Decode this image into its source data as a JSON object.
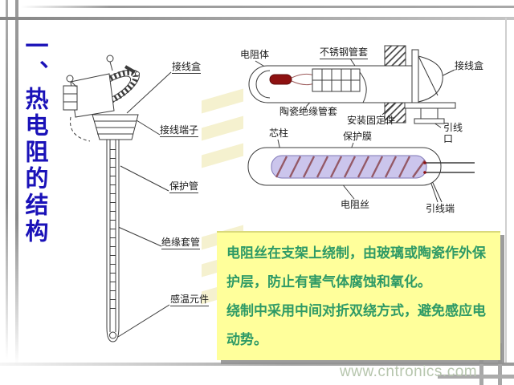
{
  "slide": {
    "title": "一、热电阻的结构",
    "title_color": "#1a12b8",
    "watermark": "www.cntronics.com",
    "watermark_color": "#b7c6ae"
  },
  "probe_diagram": {
    "labels": {
      "junction_box": "接线盒",
      "terminals": "接线端子",
      "protection_tube": "保护管",
      "insulation_sleeve": "绝缘套管",
      "sensing_element": "感温元件"
    }
  },
  "armored_diagram": {
    "labels": {
      "resistor_body": "电阻体",
      "steel_sheath": "不锈钢管套",
      "ceramic_sleeve": "陶瓷绝缘管套",
      "mounting_part": "安装固定件",
      "junction_box": "接线盒",
      "lead_port": "引线口"
    },
    "resistor_color": "#8e1111"
  },
  "element_diagram": {
    "labels": {
      "core_post": "芯柱",
      "protective_film": "保护膜",
      "resistance_wire": "电阻丝",
      "lead_ends": "引线端"
    },
    "core_color": "#cbc5ec",
    "wire_color": "#8f4e58"
  },
  "note_box": {
    "bg_color": "#ffff9b",
    "text_color": "#2e9a66",
    "paragraph1": "电阻丝在支架上绕制，由玻璃或陶瓷作外保护层，防止有害气体腐蚀和氧化。",
    "paragraph2": "绕制中采用中间对折双绕方式，避免感应电动势。"
  }
}
